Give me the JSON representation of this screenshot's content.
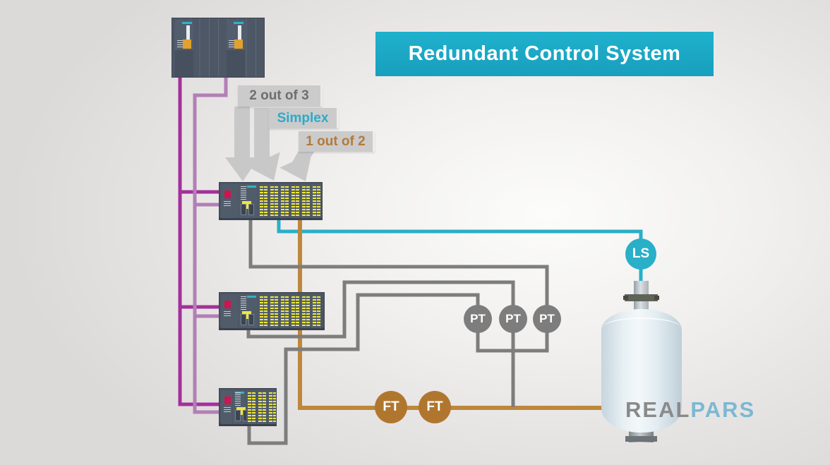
{
  "banner": {
    "title": "Redundant Control System"
  },
  "callouts": {
    "two_out_of_three": "2 out of 3",
    "simplex": "Simplex",
    "one_out_of_two": "1 out of 2"
  },
  "sensors": {
    "ls": {
      "label": "LS"
    },
    "pt": {
      "label": "PT"
    },
    "ft": {
      "label": "FT"
    }
  },
  "logo": {
    "real": "REAL",
    "pars": "PARS"
  },
  "colors": {
    "banner_bg": "#1BADC9",
    "redundant_bus_primary": "#A3309B",
    "redundant_bus_secondary": "#B27FB5",
    "level_signal_line": "#29AFC8",
    "pressure_signal_line": "#7D7D7D",
    "flow_signal_line": "#BE873B",
    "callout_2oo3_text": "#6E6E6E",
    "callout_simplex_text": "#2BABC9",
    "callout_1oo2_text": "#B5793B",
    "ls_sensor": "#29AFC8",
    "pt_sensor": "#7D7D7D",
    "ft_sensor": "#B1762E"
  }
}
